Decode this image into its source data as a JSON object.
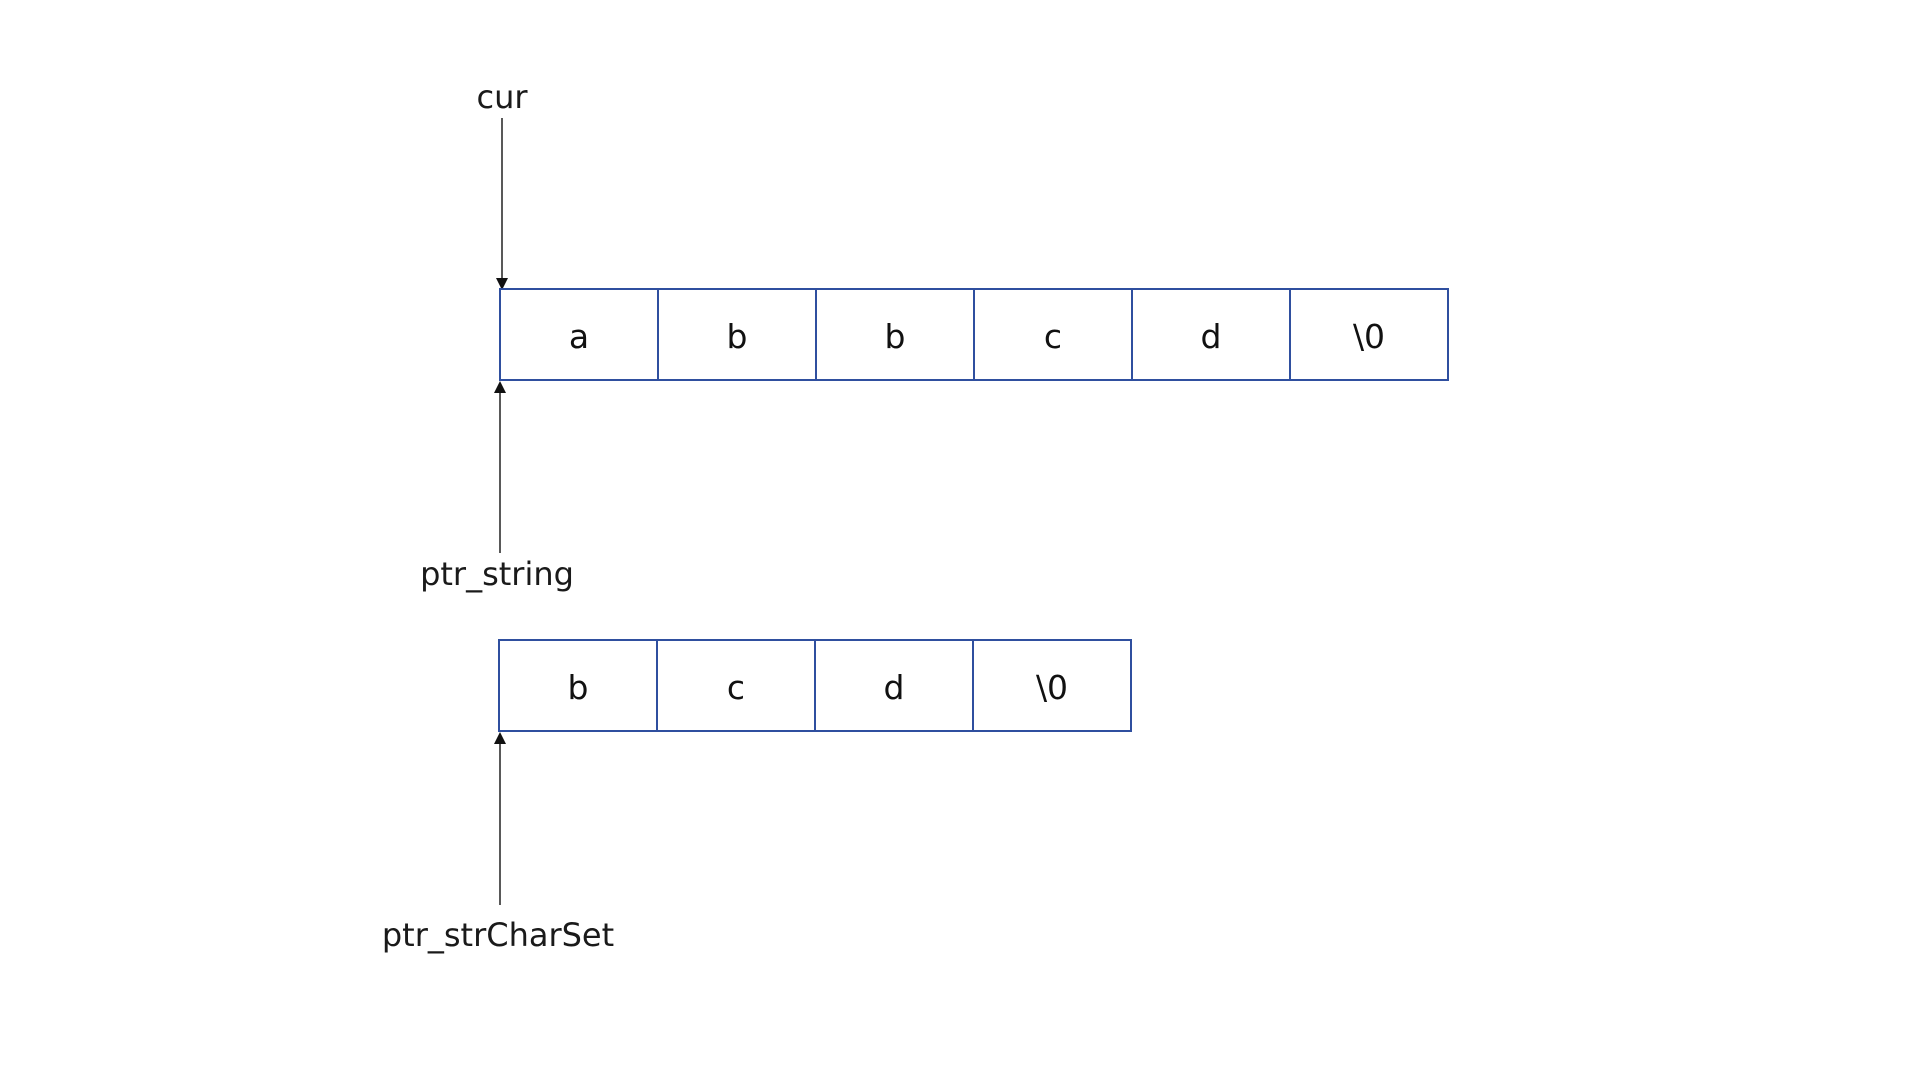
{
  "arrays": {
    "string_cells": [
      "a",
      "b",
      "b",
      "c",
      "d",
      "\\0"
    ],
    "charset_cells": [
      "b",
      "c",
      "d",
      "\\0"
    ]
  },
  "pointers": {
    "cur": "cur",
    "ptr_string": "ptr_string",
    "ptr_strCharSet": "ptr_strCharSet"
  },
  "colors": {
    "cell_border": "#2f4f9f",
    "arrow": "#111111"
  }
}
